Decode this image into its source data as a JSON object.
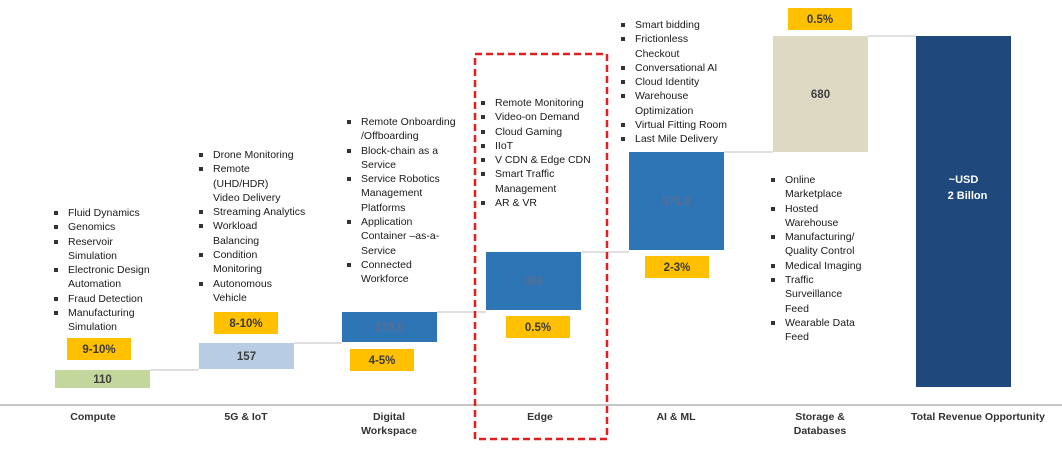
{
  "chart_data": {
    "type": "bar",
    "subtype": "waterfall",
    "title": "",
    "xlabel": "",
    "ylabel": "",
    "categories": [
      "Compute",
      "5G & IoT",
      "Digital\nWorkspace",
      "Edge",
      "AI & ML",
      "Storage &\nDatabases",
      "Total Revenue Opportunity"
    ],
    "values": [
      110,
      157,
      178.5,
      350,
      571.8,
      680,
      2000
    ],
    "value_labels": [
      "110",
      "157",
      "178.5",
      "350",
      "571.8",
      "680",
      "~USD\n2 Billon"
    ],
    "percent_labels": [
      "9-10%",
      "8-10%",
      "4-5%",
      "0.5%",
      "2-3%",
      "0.5%",
      ""
    ],
    "highlighted_category": "Edge",
    "colors": {
      "Compute": "#c3d69b",
      "5G & IoT": "#b8cce4",
      "Digital\nWorkspace": "#2e75b6",
      "Edge": "#2e75b6",
      "AI & ML": "#2e75b6",
      "Storage &\nDatabases": "#ddd9c3",
      "Total Revenue Opportunity": "#1f497d",
      "percent_badge": "#ffc000",
      "highlight_border": "#e02020"
    },
    "bullets": {
      "Compute": [
        "Fluid Dynamics",
        "Genomics",
        "Reservoir\nSimulation",
        "Electronic Design\nAutomation",
        "Fraud Detection",
        "Manufacturing\nSimulation"
      ],
      "5G & IoT": [
        "Drone Monitoring",
        "Remote\n(UHD/HDR)\nVideo Delivery",
        "Streaming Analytics",
        "Workload\nBalancing",
        "Condition\nMonitoring",
        "Autonomous\nVehicle"
      ],
      "Digital\nWorkspace": [
        "Remote Onboarding\n/Offboarding",
        "Block-chain as a\nService",
        "Service Robotics\nManagement\nPlatforms",
        "Application\nContainer –as-a-\nService",
        "Connected\nWorkforce"
      ],
      "Edge": [
        "Remote Monitoring",
        "Video-on Demand",
        "Cloud Gaming",
        " IIoT",
        "V CDN & Edge CDN",
        "Smart Traffic\nManagement",
        "AR & VR"
      ],
      "AI & ML": [
        "Smart bidding",
        "Frictionless\nCheckout",
        "Conversational AI",
        "Cloud Identity",
        "Warehouse\nOptimization",
        "Virtual Fitting Room",
        "Last Mile Delivery"
      ],
      "Storage &\nDatabases": [
        "Online\nMarketplace",
        "Hosted\nWarehouse",
        "Manufacturing/\nQuality Control",
        "Medical Imaging",
        "Traffic\nSurveillance\nFeed",
        "Wearable Data\nFeed"
      ]
    }
  }
}
